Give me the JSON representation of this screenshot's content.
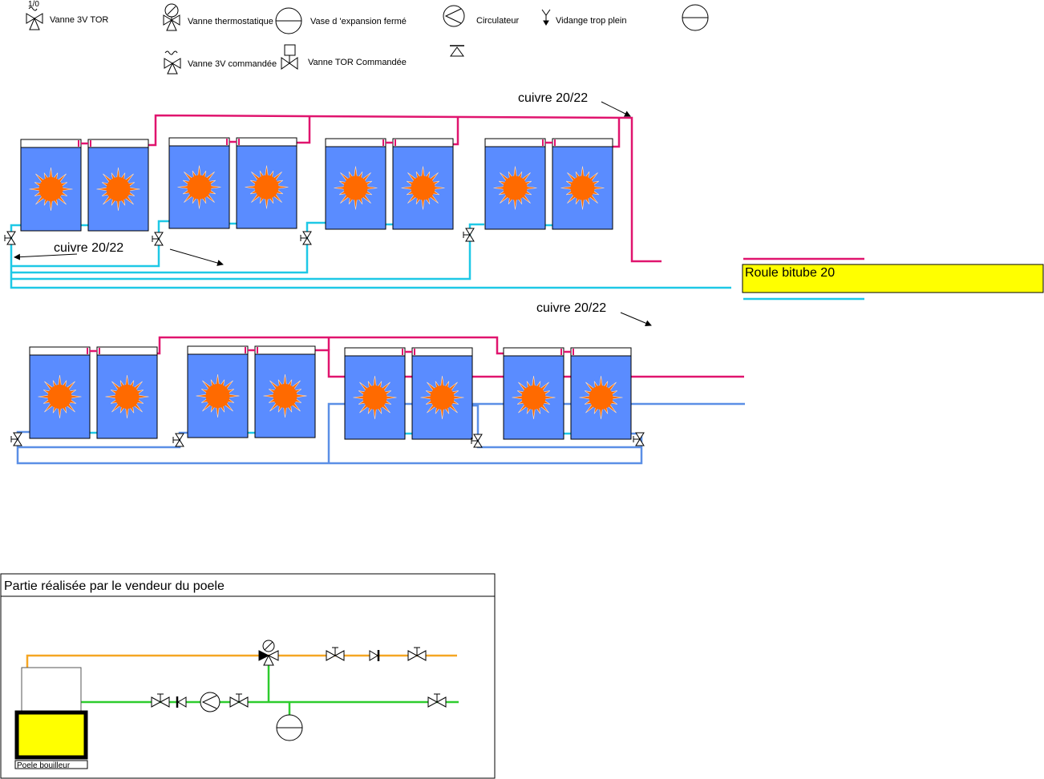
{
  "colors": {
    "hot": "#e0146e",
    "cold": "#1ec8e6",
    "return_blue": "#5b8fe6",
    "panel_fill": "#5a8cff",
    "sun": "#ff6a00",
    "orange_pipe": "#f5a623",
    "green_pipe": "#2ecc2e",
    "yellow": "#ffff00"
  },
  "legend": {
    "vanne_3v_tor": "Vanne 3V TOR",
    "vanne_3v_tor_mark": "1/0",
    "vanne_thermostatique": "Vanne thermostatique",
    "vase_expansion": "Vase d 'expansion fermé",
    "circulateur": "Circulateur",
    "vidange": "Vidange trop plein",
    "vanne_3v_commandee": "Vanne 3V commandée",
    "vanne_tor_commandee": "Vanne TOR Commandée"
  },
  "labels": {
    "cuivre_top": "cuivre 20/22",
    "cuivre_left": "cuivre 20/22",
    "cuivre_middle": "cuivre 20/22",
    "bitube": "Roule bitube 20"
  },
  "stove_section": {
    "title": "Partie réalisée par le vendeur du poele",
    "boiler_label": "Poele bouilleur"
  }
}
